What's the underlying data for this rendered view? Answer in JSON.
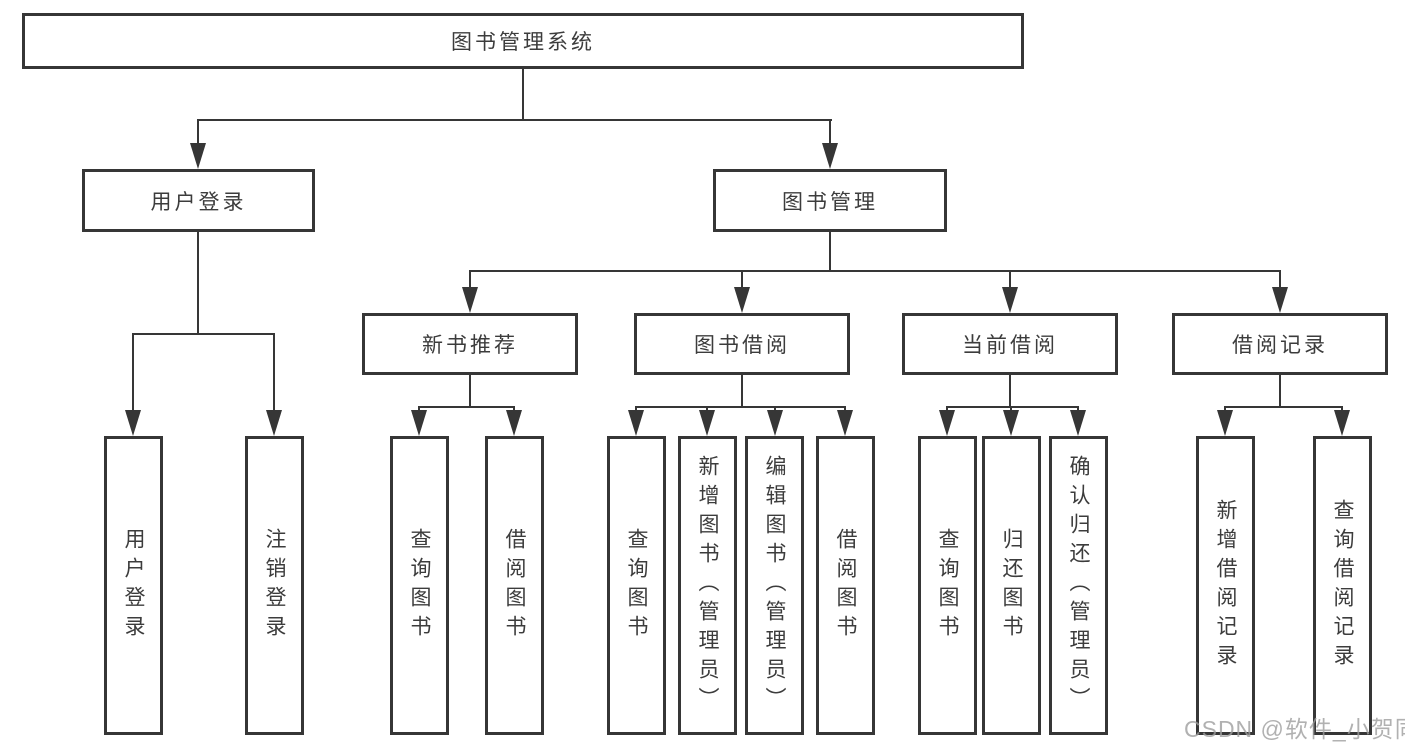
{
  "tree": {
    "label": "图书管理系统",
    "children": [
      {
        "label": "用户登录",
        "children": [
          {
            "label": "用户登录"
          },
          {
            "label": "注销登录"
          }
        ]
      },
      {
        "label": "图书管理",
        "children": [
          {
            "label": "新书推荐",
            "children": [
              {
                "label": "查询图书"
              },
              {
                "label": "借阅图书"
              }
            ]
          },
          {
            "label": "图书借阅",
            "children": [
              {
                "label": "查询图书"
              },
              {
                "label": "新增图书（管理员）"
              },
              {
                "label": "编辑图书（管理员）"
              },
              {
                "label": "借阅图书"
              }
            ]
          },
          {
            "label": "当前借阅",
            "children": [
              {
                "label": "查询图书"
              },
              {
                "label": "归还图书"
              },
              {
                "label": "确认归还（管理员）"
              }
            ]
          },
          {
            "label": "借阅记录",
            "children": [
              {
                "label": "新增借阅记录"
              },
              {
                "label": "查询借阅记录"
              }
            ]
          }
        ]
      }
    ]
  },
  "watermark": {
    "text": "CSDN @软件_小贺同学"
  },
  "colors": {
    "line": "#363636",
    "text": "#3c3c3c",
    "watermark": "#9e9e9e",
    "background": "#ffffff"
  }
}
